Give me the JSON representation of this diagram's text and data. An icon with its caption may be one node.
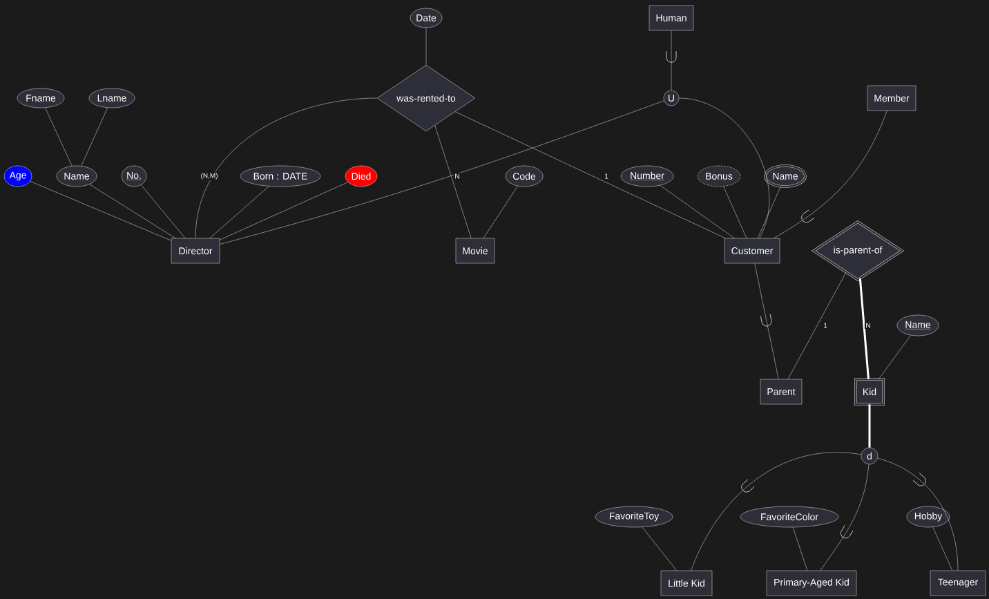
{
  "diagram": {
    "nodes": [
      {
        "text": [
          "Date"
        ]
      },
      {
        "text": [
          "Human"
        ]
      },
      {
        "text": [
          "was-rented-to"
        ]
      },
      {
        "text": [
          "U"
        ]
      },
      {
        "text": [
          "Member"
        ]
      },
      {
        "text": [
          "Fname"
        ]
      },
      {
        "text": [
          "Lname"
        ]
      },
      {
        "text": [
          "Age"
        ]
      },
      {
        "text": [
          "Name"
        ]
      },
      {
        "text": [
          "No."
        ]
      },
      {
        "text": [
          "Born : DATE"
        ]
      },
      {
        "text": [
          "Died"
        ]
      },
      {
        "text": [
          "Code"
        ]
      },
      {
        "text": [
          "Number"
        ]
      },
      {
        "text": [
          "Bonus"
        ]
      },
      {
        "text": [
          "Name"
        ]
      },
      {
        "text": [
          "Director"
        ]
      },
      {
        "text": [
          "Movie"
        ]
      },
      {
        "text": [
          "Customer"
        ]
      },
      {
        "text": [
          "is-parent-of"
        ]
      },
      {
        "text": [
          "Name"
        ]
      },
      {
        "text": [
          "Parent"
        ]
      },
      {
        "text": [
          "Kid"
        ]
      },
      {
        "text": [
          "d"
        ]
      },
      {
        "text": [
          "FavoriteToy"
        ]
      },
      {
        "text": [
          "FavoriteColor"
        ]
      },
      {
        "text": [
          "Hobby"
        ]
      },
      {
        "text": [
          "Little Kid"
        ]
      },
      {
        "text": [
          "Primary-Aged Kid"
        ]
      },
      {
        "text": [
          "Teenager"
        ]
      }
    ],
    "edges": [
      {
        "from": 0,
        "to": 2,
        "arrow": "none"
      },
      {
        "from": 1,
        "to": 3,
        "arrow": "none"
      },
      {
        "from": 3,
        "to": 16,
        "arrow": "none"
      },
      {
        "from": 3,
        "to": 18,
        "arrow": "none"
      },
      {
        "from": 4,
        "to": 18,
        "arrow": "none"
      },
      {
        "from": 5,
        "to": 8,
        "arrow": "none"
      },
      {
        "from": 6,
        "to": 8,
        "arrow": "none"
      },
      {
        "from": 7,
        "to": 16,
        "arrow": "none"
      },
      {
        "from": 8,
        "to": 16,
        "arrow": "none"
      },
      {
        "from": 9,
        "to": 16,
        "arrow": "none"
      },
      {
        "from": 10,
        "to": 16,
        "arrow": "none"
      },
      {
        "from": 11,
        "to": 16,
        "arrow": "none"
      },
      {
        "from": 2,
        "to": 16,
        "arrow": "none",
        "label": "(N,M)"
      },
      {
        "from": 2,
        "to": 17,
        "arrow": "none",
        "label": "N"
      },
      {
        "from": 2,
        "to": 18,
        "arrow": "none",
        "label": "1"
      },
      {
        "from": 12,
        "to": 17,
        "arrow": "none"
      },
      {
        "from": 13,
        "to": 18,
        "arrow": "none"
      },
      {
        "from": 14,
        "to": 18,
        "arrow": "none"
      },
      {
        "from": 15,
        "to": 18,
        "arrow": "none"
      },
      {
        "from": 18,
        "to": 21,
        "arrow": "none"
      },
      {
        "from": 19,
        "to": 21,
        "arrow": "none",
        "label": "1"
      },
      {
        "from": 19,
        "to": 22,
        "arrow": "none",
        "label": "N",
        "style": "thick"
      },
      {
        "from": 20,
        "to": 22,
        "arrow": "none"
      },
      {
        "from": 22,
        "to": 23,
        "arrow": "none",
        "style": "thick"
      },
      {
        "from": 23,
        "to": 27,
        "arrow": "none"
      },
      {
        "from": 23,
        "to": 28,
        "arrow": "none"
      },
      {
        "from": 23,
        "to": 29,
        "arrow": "none"
      },
      {
        "from": 24,
        "to": 27,
        "arrow": "none"
      },
      {
        "from": 25,
        "to": 28,
        "arrow": "none"
      },
      {
        "from": 26,
        "to": 29,
        "arrow": "none"
      }
    ]
  }
}
